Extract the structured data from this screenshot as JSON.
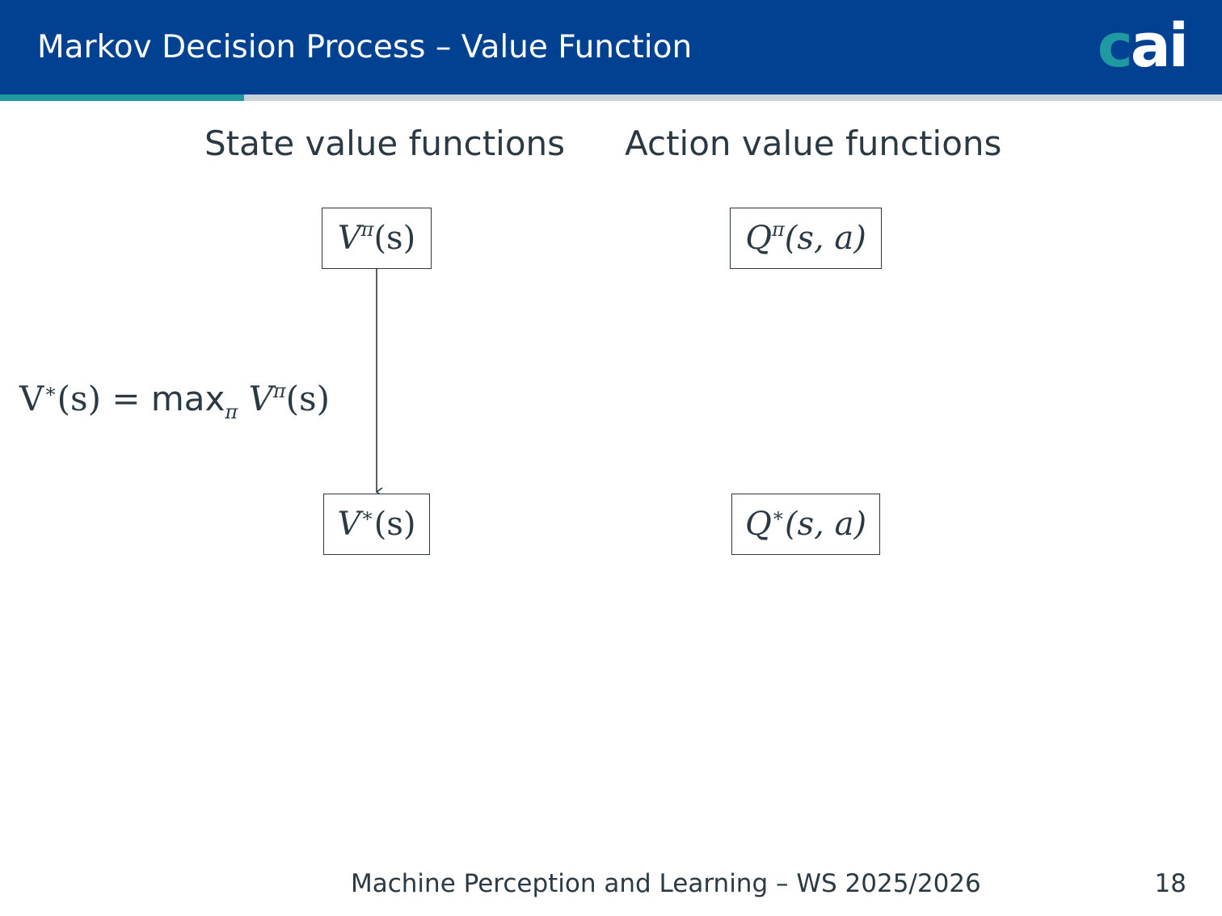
{
  "header": {
    "title": "Markov Decision Process – Value Function",
    "logo_c": "c",
    "logo_ai": "ai"
  },
  "columns": {
    "left_heading": "State value functions",
    "right_heading": "Action value functions"
  },
  "nodes": {
    "v_pi": {
      "base": "V",
      "sup": "π",
      "args": "(s)"
    },
    "v_star": {
      "base": "V",
      "sup": "∗",
      "args": "(s)"
    },
    "q_pi": {
      "base": "Q",
      "sup": "π",
      "args": "(s, a)"
    },
    "q_star": {
      "base": "Q",
      "sup": "∗",
      "args": "(s, a)"
    }
  },
  "edges": [
    {
      "from": "v_pi",
      "to": "v_star",
      "label": "V*(s) = max_π V^π(s)"
    }
  ],
  "formula": {
    "lhs_base": "V",
    "lhs_sup": "∗",
    "lhs_args": "(s) = ",
    "op": "max",
    "op_sub": "π",
    "rhs_base": "V",
    "rhs_sup": "π",
    "rhs_args": "(s)"
  },
  "footer": {
    "course": "Machine Perception and Learning – WS 2025/2026",
    "page": "18"
  },
  "colors": {
    "header_bg": "#004191",
    "accent": "#1f9aa3",
    "text": "#2b3a42"
  }
}
